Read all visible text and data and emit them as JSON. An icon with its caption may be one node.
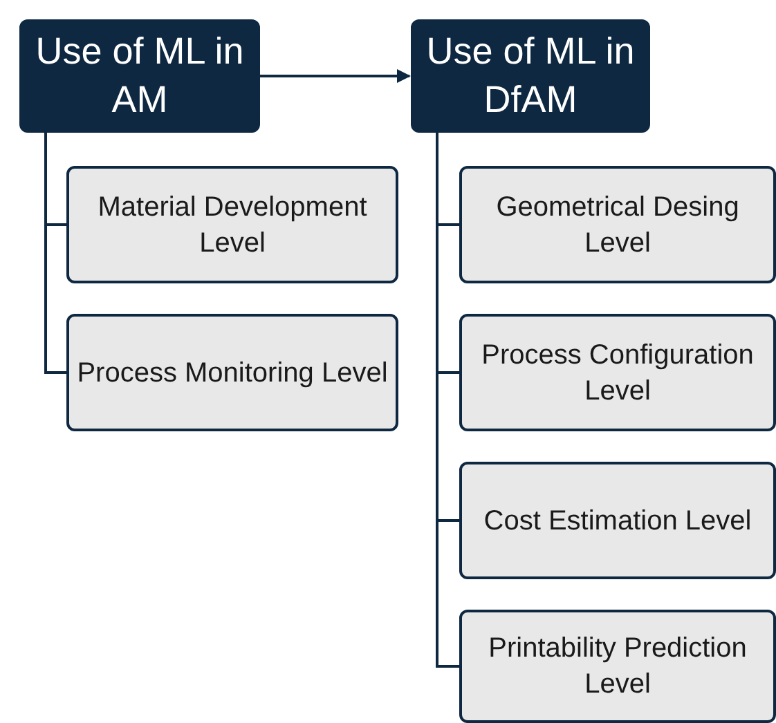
{
  "diagram": {
    "nodes": [
      {
        "text": [
          "Use of ML in AM"
        ]
      },
      {
        "text": [
          "Use of ML in DfAM"
        ]
      },
      {
        "text": [
          "Material Development Level"
        ]
      },
      {
        "text": [
          "Process Monitoring Level"
        ]
      },
      {
        "text": [
          "Geometrical Desing Level"
        ]
      },
      {
        "text": [
          "Process Configuration Level"
        ]
      },
      {
        "text": [
          "Cost Estimation Level"
        ]
      },
      {
        "text": [
          "Printability Prediction Level"
        ]
      }
    ],
    "edges": [
      {
        "from": 0,
        "to": 1,
        "arrow": "to"
      },
      {
        "from": 0,
        "to": 2,
        "arrow": "none"
      },
      {
        "from": 0,
        "to": 3,
        "arrow": "none"
      },
      {
        "from": 1,
        "to": 4,
        "arrow": "none"
      },
      {
        "from": 1,
        "to": 5,
        "arrow": "none"
      },
      {
        "from": 1,
        "to": 6,
        "arrow": "none"
      },
      {
        "from": 1,
        "to": 7,
        "arrow": "none"
      }
    ]
  }
}
